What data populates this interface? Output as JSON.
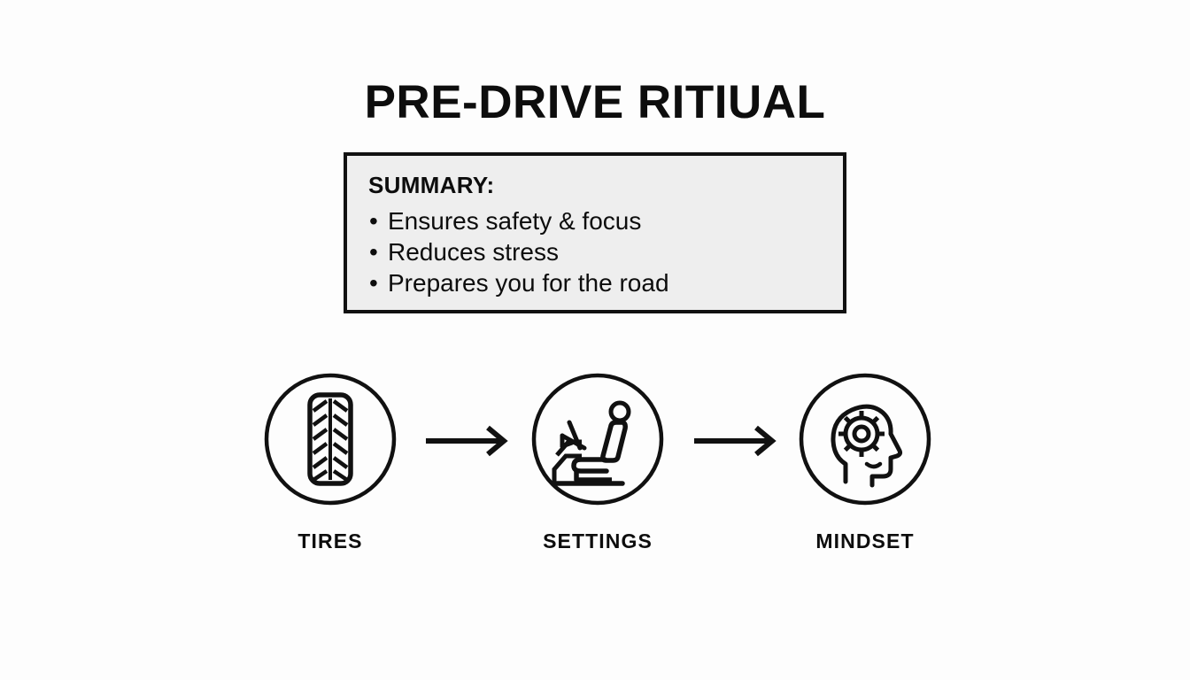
{
  "slide": {
    "title": "PRE-DRIVE RITIUAL",
    "background_color": "#fdfdfd",
    "ink_color": "#111111"
  },
  "summary": {
    "heading": "SUMMARY:",
    "box_fill_color": "#eeeeee",
    "box_border_color": "#111111",
    "bullet_glyph": "•",
    "bullets": [
      "Ensures safety & focus",
      "Reduces stress",
      "Prepares you for the road"
    ]
  },
  "flow": {
    "arrow_glyph": "→",
    "steps": [
      {
        "label": "TIRES",
        "icon": "tire-icon"
      },
      {
        "label": "SETTINGS",
        "icon": "car-seat-icon"
      },
      {
        "label": "MINDSET",
        "icon": "head-gear-icon"
      }
    ]
  }
}
